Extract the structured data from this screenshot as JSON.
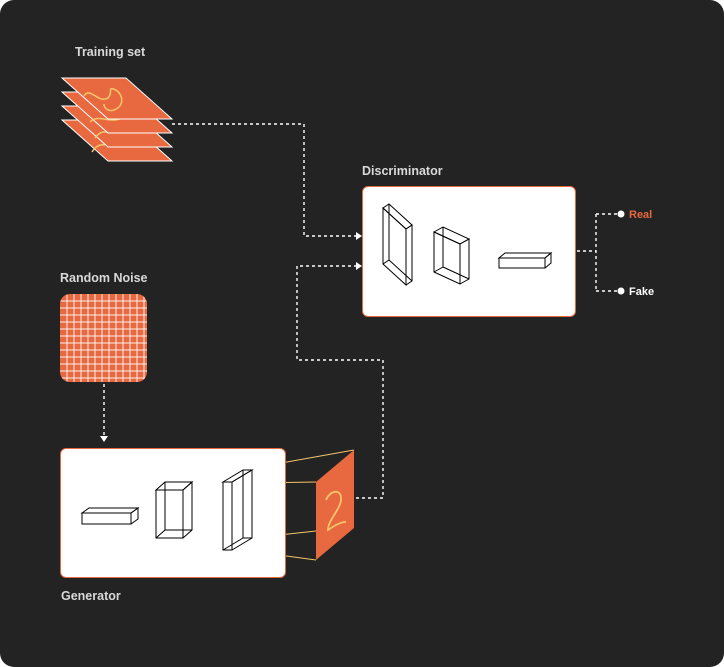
{
  "labels": {
    "training_set": "Training set",
    "random_noise": "Random Noise",
    "discriminator": "Discriminator",
    "generator": "Generator",
    "real": "Real",
    "fake": "Fake"
  },
  "colors": {
    "background": "#232323",
    "accent": "#e8683f",
    "stroke_light": "#ffffff",
    "glyph": "#f6c56b",
    "text": "#d9d9d9"
  },
  "icons": {
    "training_set": "stacked-handwritten-sheets-icon",
    "noise": "noise-grid-icon",
    "output": "generated-digit-sheet-icon"
  },
  "generated_digit": "2"
}
